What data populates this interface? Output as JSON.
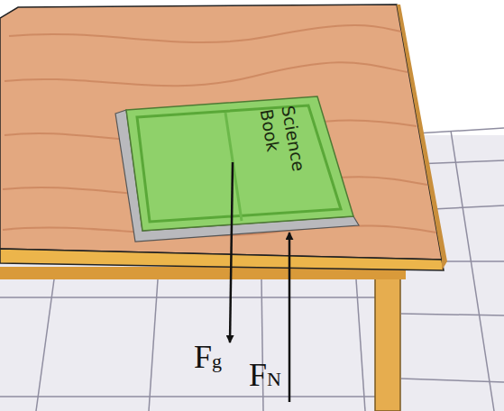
{
  "diagram": {
    "labels": [
      "Science Book",
      "Fg",
      "FN"
    ]
  }
}
